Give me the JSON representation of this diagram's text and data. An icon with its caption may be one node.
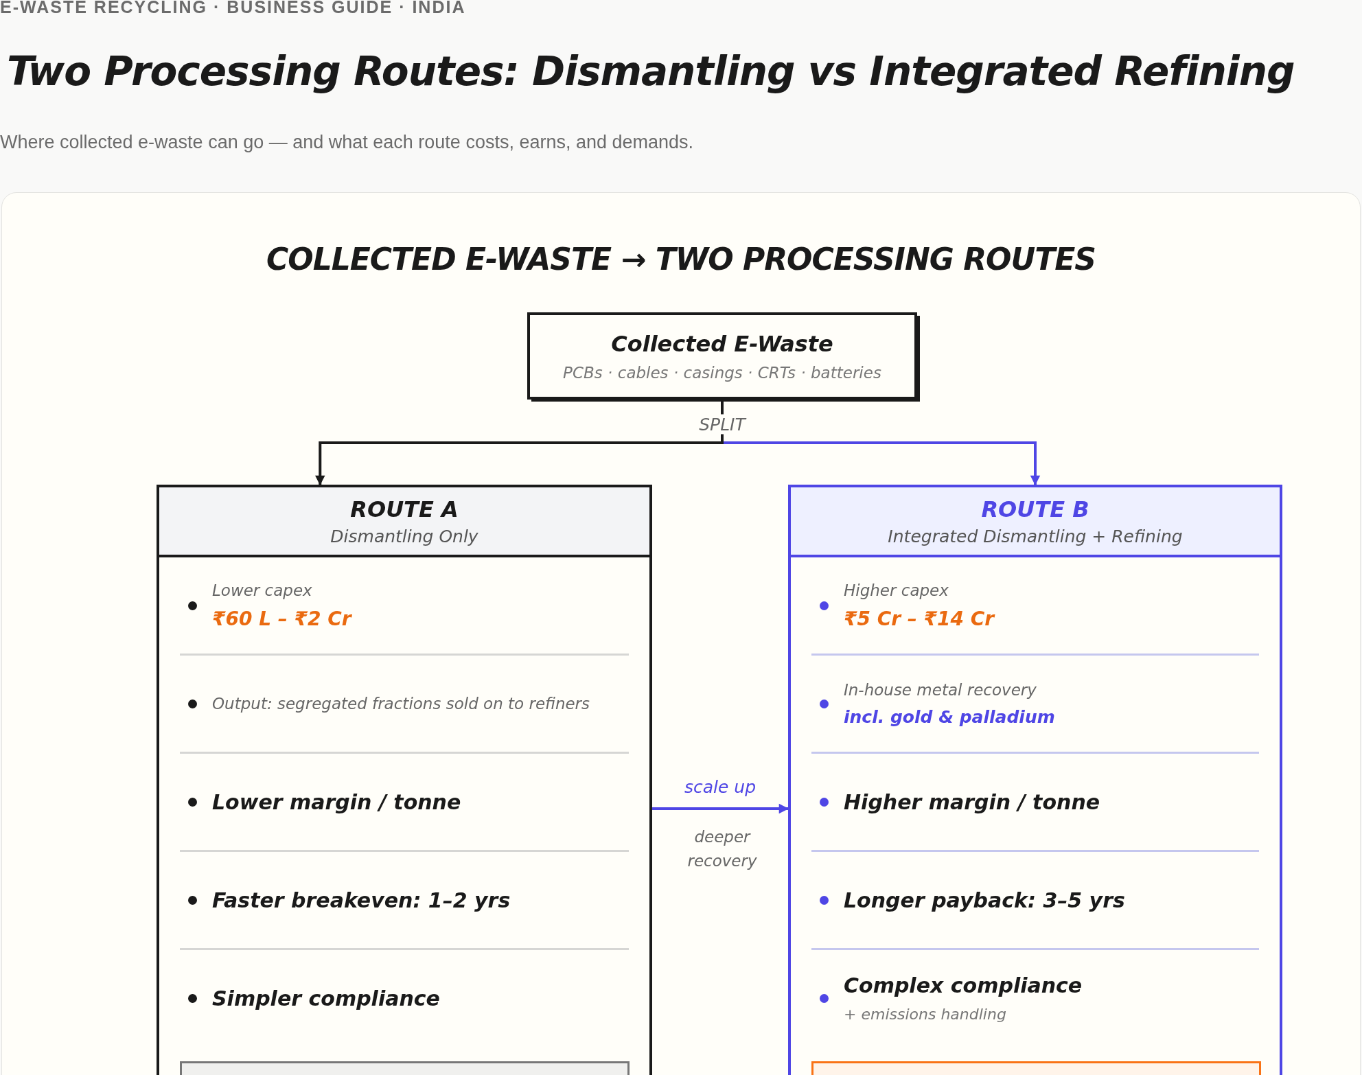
{
  "diagram": {
    "title": "Two Processing Routes: Dismantling vs Integrated Refining",
    "caption": "Where collected e-waste can go — and what each route costs, earns, and demands.",
    "nodes": [
      {
        "text": [
          "Collected E-Waste",
          "PCBs · cables · casings · CRTs · batteries"
        ]
      },
      {
        "text": [
          "ROUTE A",
          "Dismantling Only",
          "Lower capex",
          "₹60 L – ₹2 Cr",
          "Output: segregated fractions sold on to refiners",
          "Lower margin / tonne",
          "Faster breakeven: 1–2 yrs",
          "Simpler compliance"
        ]
      },
      {
        "text": [],
        "shape": "box",
        "in": 1
      },
      {
        "text": [
          "ROUTE B",
          "Integrated Dismantling + Refining",
          "Higher capex",
          "₹5 Cr – ₹14 Cr",
          "In-house metal recovery",
          "incl. gold & palladium",
          "Higher margin / tonne",
          "Longer payback: 3–5 yrs",
          "Complex compliance",
          "+ emissions handling"
        ]
      },
      {
        "text": [],
        "shape": "box",
        "in": 3
      }
    ],
    "edges": [
      {
        "from": 0,
        "to": 1,
        "arrow": "to",
        "label": "SPLIT",
        "color": "#1a1a1a"
      },
      {
        "from": 0,
        "to": 3,
        "arrow": "to",
        "color": "#4f46e5"
      },
      {
        "from": 1,
        "to": 3,
        "arrow": "to",
        "label": "scale up",
        "color": "#4f46e5"
      }
    ],
    "labels": [
      "E-WASTE RECYCLING · BUSINESS GUIDE · INDIA",
      "COLLECTED E-WASTE → TWO PROCESSING ROUTES",
      "deeper recovery"
    ]
  }
}
